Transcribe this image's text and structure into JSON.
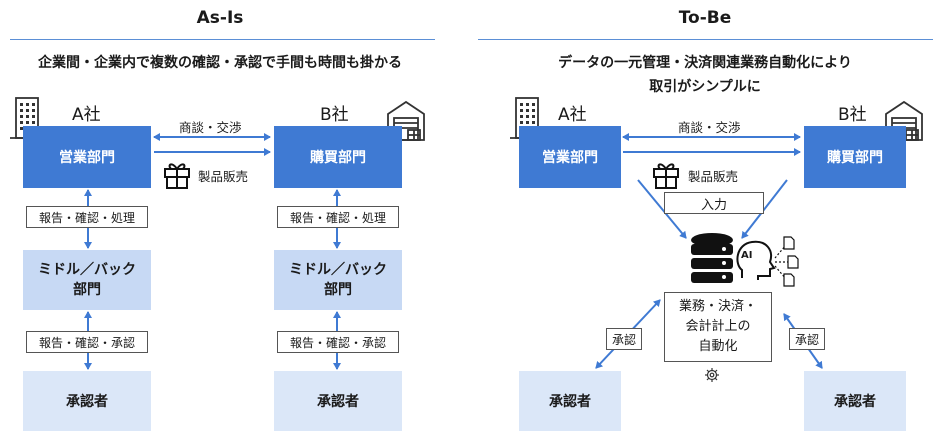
{
  "asis": {
    "title": "As-Is",
    "subtitle": "企業間・企業内で複数の確認・承認で手間も時間も掛かる",
    "company_a": "A社",
    "company_b": "B社",
    "sales_dept": "営業部門",
    "purchasing_dept": "購買部門",
    "negotiation": "商談・交渉",
    "product_sales": "製品販売",
    "report_process": "報告・確認・処理",
    "middle_back_line1": "ミドル／バック",
    "middle_back_line2": "部門",
    "report_approve": "報告・確認・承認",
    "approver": "承認者"
  },
  "tobe": {
    "title": "To-Be",
    "subtitle_line1": "データの一元管理・決済関連業務自動化により",
    "subtitle_line2": "取引がシンプルに",
    "company_a": "A社",
    "company_b": "B社",
    "sales_dept": "営業部門",
    "purchasing_dept": "購買部門",
    "negotiation": "商談・交渉",
    "product_sales": "製品販売",
    "input": "入力",
    "ai": "AI",
    "automation_line1": "業務・決済・",
    "automation_line2": "会計計上の",
    "automation_line3": "自動化",
    "approve_left": "承認",
    "approve_right": "承認",
    "approver_left": "承認者",
    "approver_right": "承認者"
  },
  "colors": {
    "dark_box": "#3f7ad3",
    "light_box": "#c7d9f4",
    "pale_box": "#dbe7f8",
    "arrow": "#3f7ad3",
    "rule": "#5b8fd6"
  },
  "icons": [
    "building-icon",
    "warehouse-icon",
    "gift-icon",
    "database-icon",
    "ai-head-icon",
    "document-icon",
    "gear-icon"
  ]
}
